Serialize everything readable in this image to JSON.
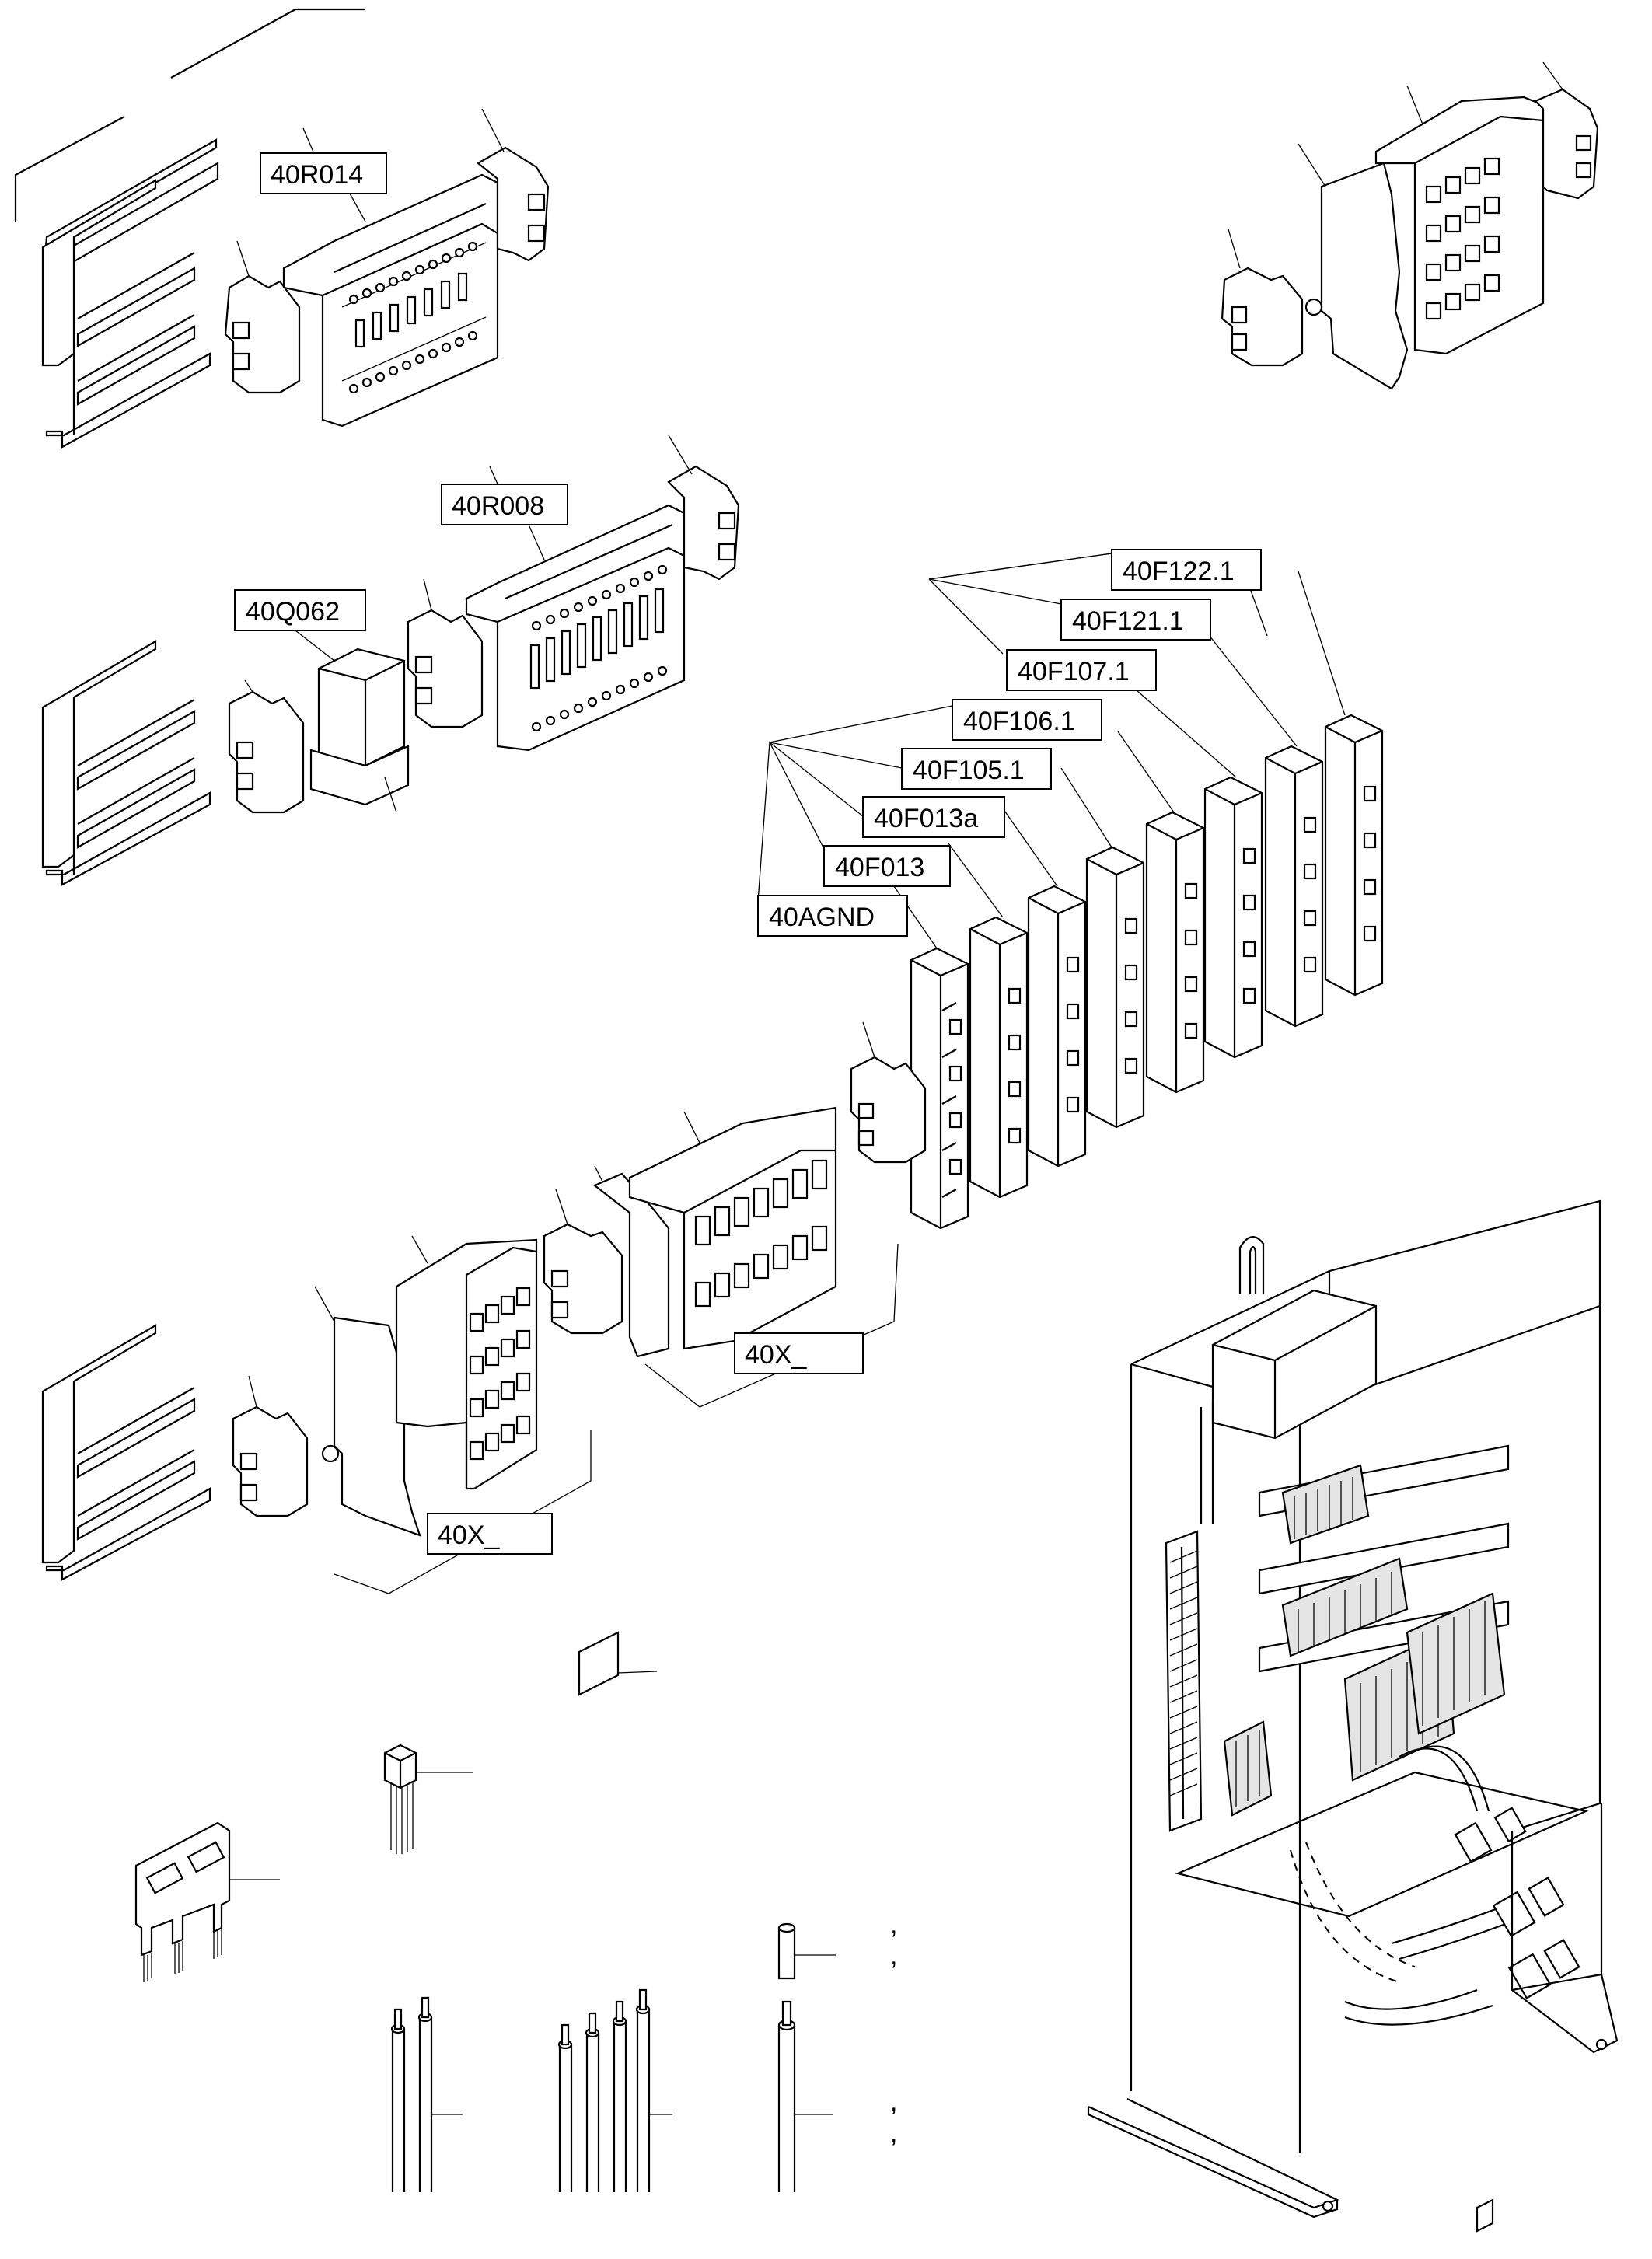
{
  "labels": {
    "r014": "40R014",
    "r008": "40R008",
    "q062": "40Q062",
    "f1221": "40F122.1",
    "f1211": "40F121.1",
    "f1071": "40F107.1",
    "f1061": "40F106.1",
    "f1051": "40F105.1",
    "f013a": "40F013a",
    "f013": "40F013",
    "agnd": "40AGND",
    "x1": "40X_",
    "x2": "40X_"
  },
  "commas": [
    ",",
    ",",
    ",",
    ","
  ]
}
